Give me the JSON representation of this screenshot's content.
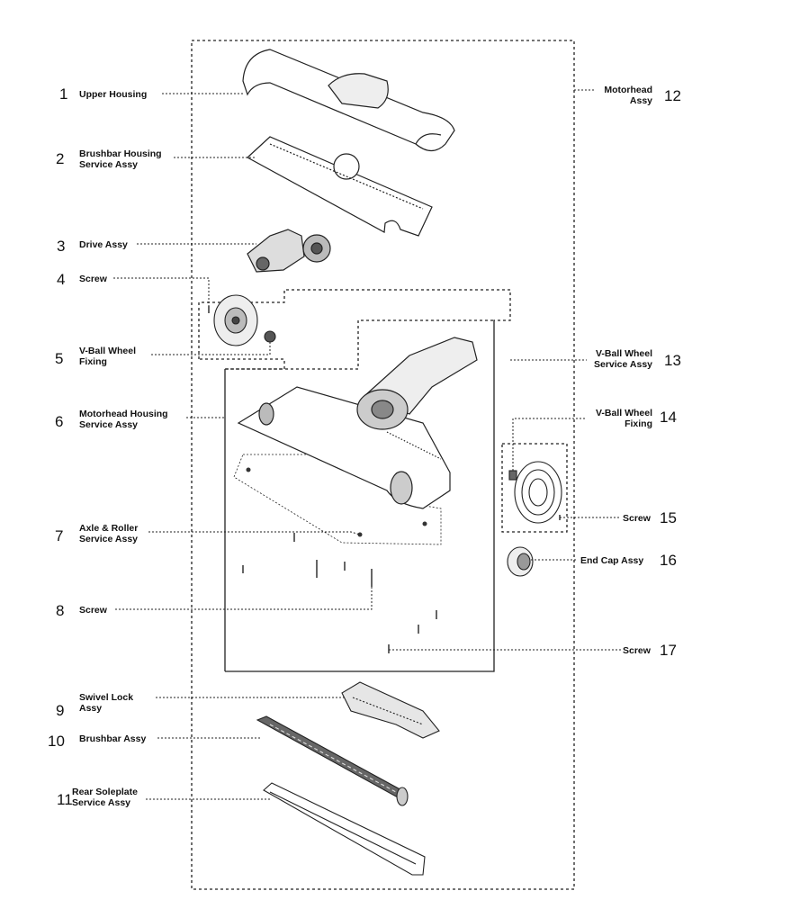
{
  "parts": [
    {
      "num": "1",
      "label": [
        "Upper Housing"
      ]
    },
    {
      "num": "2",
      "label": [
        "Brushbar Housing",
        "Service Assy"
      ]
    },
    {
      "num": "3",
      "label": [
        "Drive Assy"
      ]
    },
    {
      "num": "4",
      "label": [
        "Screw"
      ]
    },
    {
      "num": "5",
      "label": [
        "V-Ball Wheel",
        "Fixing"
      ]
    },
    {
      "num": "6",
      "label": [
        "Motorhead Housing",
        "Service Assy"
      ]
    },
    {
      "num": "7",
      "label": [
        "Axle & Roller",
        "Service Assy"
      ]
    },
    {
      "num": "8",
      "label": [
        "Screw"
      ]
    },
    {
      "num": "9",
      "label": [
        "Swivel Lock",
        "Assy"
      ]
    },
    {
      "num": "10",
      "label": [
        "Brushbar Assy"
      ]
    },
    {
      "num": "11",
      "label": [
        "Rear Soleplate",
        "Service Assy"
      ]
    },
    {
      "num": "12",
      "label": [
        "Motorhead",
        "Assy"
      ]
    },
    {
      "num": "13",
      "label": [
        "V-Ball Wheel",
        "Service Assy"
      ]
    },
    {
      "num": "14",
      "label": [
        "V-Ball Wheel",
        "Fixing"
      ]
    },
    {
      "num": "15",
      "label": [
        "Screw"
      ]
    },
    {
      "num": "16",
      "label": [
        "End Cap Assy"
      ]
    },
    {
      "num": "17",
      "label": [
        "Screw"
      ]
    }
  ]
}
